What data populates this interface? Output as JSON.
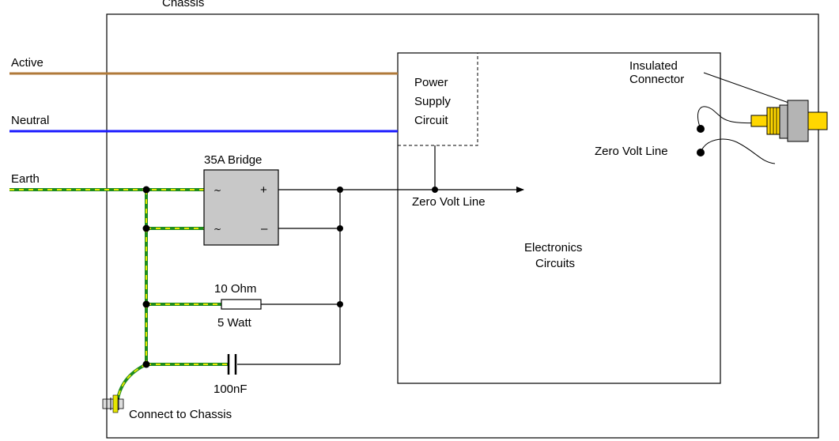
{
  "labels": {
    "chassis": "Chassis",
    "active": "Active",
    "neutral": "Neutral",
    "earth": "Earth",
    "power_supply": [
      "Power",
      "Supply",
      "Circuit"
    ],
    "bridge": "35A Bridge",
    "bridge_ac_top": "~",
    "bridge_ac_bottom": "~",
    "bridge_plus": "+",
    "bridge_minus": "–",
    "zero_volt_line_main": "Zero Volt Line",
    "zero_volt_line_connector": "Zero Volt Line",
    "insulated_connector": [
      "Insulated",
      "Connector"
    ],
    "electronics": [
      "Electronics",
      "Circuits"
    ],
    "resistor_value": "10 Ohm",
    "resistor_power": "5 Watt",
    "capacitor": "100nF",
    "connect_to_chassis": "Connect to Chassis"
  },
  "colors": {
    "active_wire": "#b07a3a",
    "neutral_wire": "#1a1aff",
    "earth_green": "#1e8c1e",
    "earth_yellow": "#e6e600",
    "bridge_fill": "#c8c8c8",
    "connector_gold": "#ffd700",
    "connector_grey": "#b4b4b4"
  },
  "icons": [
    "chassis-bolt-icon",
    "insulated-connector-icon",
    "arrow-icon"
  ]
}
